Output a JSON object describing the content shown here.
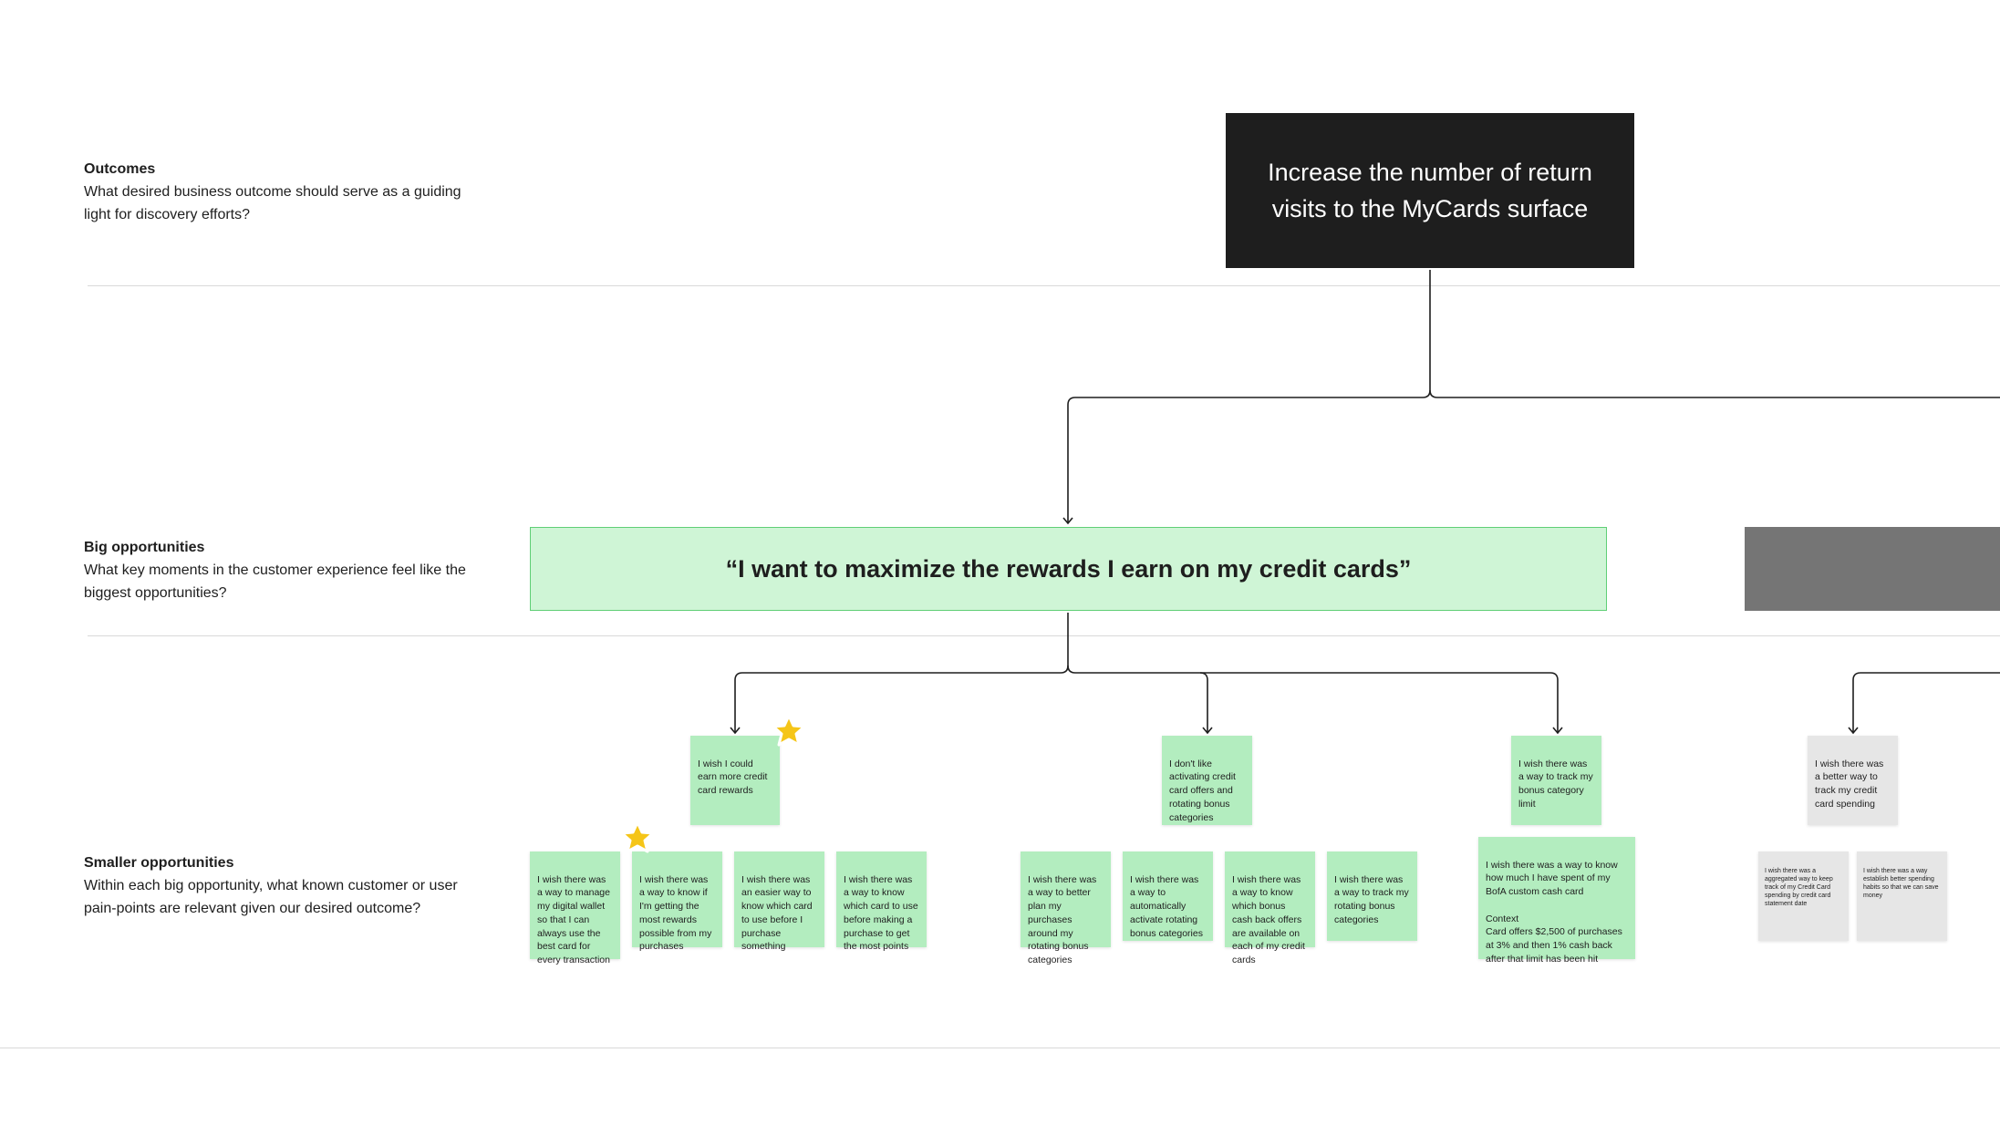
{
  "rows": {
    "outcomes": {
      "title": "Outcomes",
      "desc": "What desired business outcome should serve as a guiding light for discovery efforts?"
    },
    "big": {
      "title": "Big opportunities",
      "desc": "What key moments in the customer experience feel like the biggest opportunities?"
    },
    "small": {
      "title": "Smaller opportunities",
      "desc": "Within each big opportunity, what known customer or user pain-points are relevant given our desired outcome?"
    }
  },
  "outcome": {
    "text": "Increase the number of return visits to the MyCards surface"
  },
  "big_opportunity": {
    "text": "“I want to maximize the rewards I earn on my credit cards”"
  },
  "mid_notes": [
    "I wish I could earn more credit card rewards",
    "I don't like activating credit card offers and rotating bonus categories",
    "I wish there was a way to track my bonus category limit",
    "I wish there was a better way to track my credit card spending"
  ],
  "small_notes": [
    "I wish there was a way to manage my digital wallet so that I can always use the best card for every transaction",
    "I wish there was a way to know if I'm getting the most rewards possible from my purchases",
    "I wish there was an easier way to know which card to use before I purchase something",
    "I wish there was a way to know which card to use before making a purchase to get the most points",
    "I wish there was a way to better plan my purchases around my rotating bonus categories",
    "I wish there was a way to automatically activate rotating bonus categories",
    "I wish there was a way to know which bonus cash back offers are available on each of my credit cards",
    "I wish there was a way to track my rotating bonus categories",
    "I wish there was a way to know how much I have spent of my BofA custom cash card\n\nContext\nCard offers $2,500 of purchases at 3% and then 1% cash back after that limit has been hit",
    "I wish there was a aggregated way to keep track of my Credit Card spending by credit card statement date",
    "I wish there was a way establish better spending habits so that we can save money"
  ]
}
